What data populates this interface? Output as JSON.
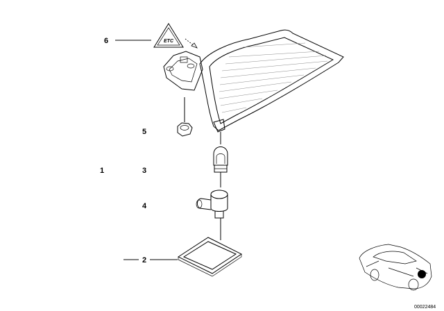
{
  "callouts": {
    "c1": "1",
    "c2": "2",
    "c3": "3",
    "c4": "4",
    "c5": "5",
    "c6": "6"
  },
  "warning_label_text": "ETC",
  "diagram_code": "00022484"
}
